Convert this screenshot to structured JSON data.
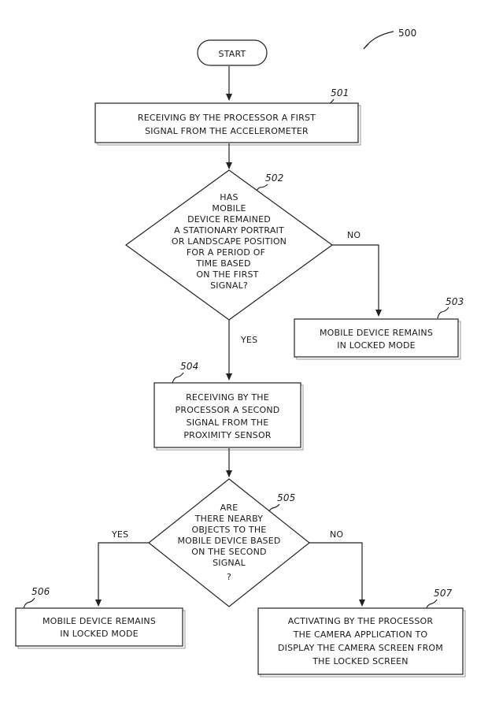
{
  "figure_ref": "500",
  "start": {
    "label": "START"
  },
  "step_501": {
    "ref": "501",
    "lines": [
      "RECEIVING BY THE PROCESSOR A FIRST",
      "SIGNAL FROM THE ACCELEROMETER"
    ]
  },
  "decision_502": {
    "ref": "502",
    "lines": [
      "HAS",
      "MOBILE",
      "DEVICE REMAINED",
      "A STATIONARY  PORTRAIT",
      "OR LANDSCAPE  POSITION",
      "FOR A PERIOD OF",
      "TIME BASED",
      "ON THE  FIRST",
      "SIGNAL?"
    ],
    "yes": "YES",
    "no": "NO"
  },
  "step_503": {
    "ref": "503",
    "lines": [
      "MOBILE DEVICE REMAINS",
      "IN LOCKED MODE"
    ]
  },
  "step_504": {
    "ref": "504",
    "lines": [
      "RECEIVING BY THE",
      "PROCESSOR A SECOND",
      "SIGNAL FROM THE",
      "PROXIMITY SENSOR"
    ]
  },
  "decision_505": {
    "ref": "505",
    "lines": [
      "ARE",
      "THERE NEARBY",
      "OBJECTS TO  THE",
      "MOBILE DEVICE BASED",
      "ON THE  SECOND",
      "SIGNAL",
      "?"
    ],
    "yes": "YES",
    "no": "NO"
  },
  "step_506": {
    "ref": "506",
    "lines": [
      "MOBILE DEVICE REMAINS",
      "IN LOCKED MODE"
    ]
  },
  "step_507": {
    "ref": "507",
    "lines": [
      "ACTIVATING BY THE PROCESSOR",
      "THE CAMERA APPLICATION TO",
      "DISPLAY THE CAMERA SCREEN FROM",
      "THE LOCKED SCREEN"
    ]
  }
}
